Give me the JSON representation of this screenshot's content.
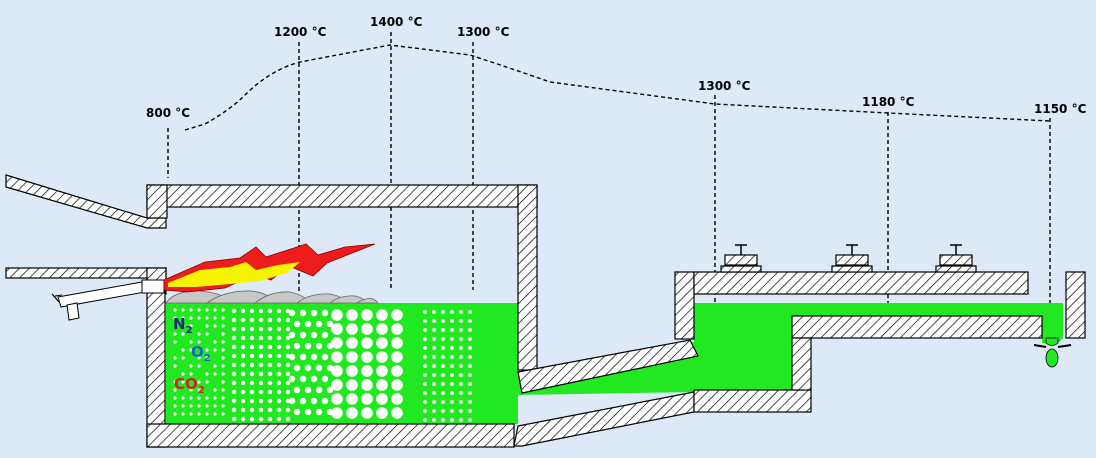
{
  "colors": {
    "background": "#dde9f6",
    "glass_melt": "#22e822",
    "flame_outer": "#ee1c1c",
    "flame_inner": "#f5f500",
    "batch_piles": "#c8c8c8",
    "n2": "#1a2f6b",
    "o2": "#1565c0",
    "co2": "#d42020"
  },
  "temperatures": [
    {
      "id": "t800",
      "label": "800 °C"
    },
    {
      "id": "t1200",
      "label": "1200 °C"
    },
    {
      "id": "t1400",
      "label": "1400 °C"
    },
    {
      "id": "t1300a",
      "label": "1300 °C"
    },
    {
      "id": "t1300b",
      "label": "1300 °C"
    },
    {
      "id": "t1180",
      "label": "1180 °C"
    },
    {
      "id": "t1150",
      "label": "1150 °C"
    }
  ],
  "gases": [
    {
      "id": "n2",
      "main": "N",
      "sub": "2"
    },
    {
      "id": "o2",
      "main": "O",
      "sub": "2"
    },
    {
      "id": "co2",
      "main": "CO",
      "sub": "2"
    }
  ],
  "icons": [
    "burner-icon",
    "flame-icon",
    "stirrer-icon",
    "gob-drop-icon"
  ]
}
